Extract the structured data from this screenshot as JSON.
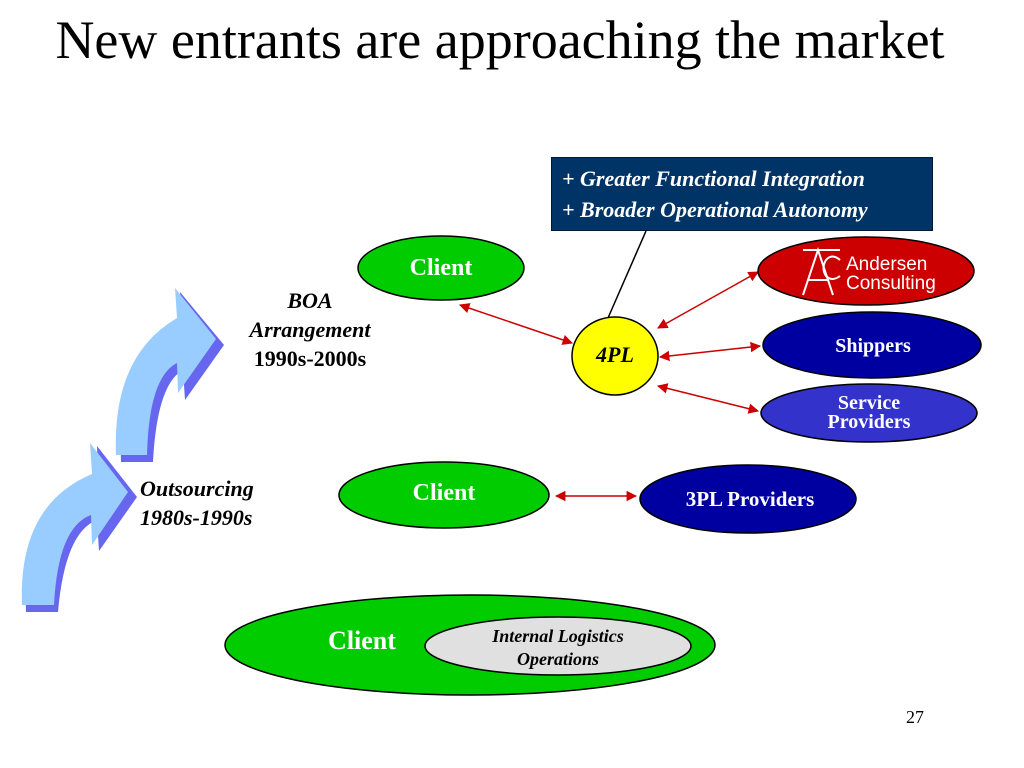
{
  "title": "New entrants are approaching the market",
  "callout": {
    "line1": "+ Greater  Functional Integration",
    "line2": "+ Broader Operational Autonomy"
  },
  "stages": {
    "boa": {
      "line1": "BOA",
      "line2": "Arrangement",
      "line3": "1990s-2000s"
    },
    "outsourcing": {
      "line1": "Outsourcing",
      "line2": "1980s-1990s"
    }
  },
  "nodes": {
    "client_top": "Client",
    "fourpl": "4PL",
    "andersen": {
      "line1": "Andersen",
      "line2": "Consulting"
    },
    "shippers": "Shippers",
    "service_providers": {
      "line1": "Service",
      "line2": "Providers"
    },
    "client_mid": "Client",
    "threepl": "3PL Providers",
    "client_bottom": "Client",
    "internal": {
      "line1": "Internal Logistics",
      "line2": "Operations"
    }
  },
  "page_number": "27",
  "colors": {
    "green": "#00cc00",
    "yellow": "#ffff00",
    "red": "#cc0000",
    "navy": "#0000a0",
    "blue_mid": "#3333cc",
    "callout_bg": "#003366",
    "arrow_red": "#cc0000",
    "curve_arrow_light": "#99ccff",
    "curve_arrow_dark": "#6666ee"
  }
}
